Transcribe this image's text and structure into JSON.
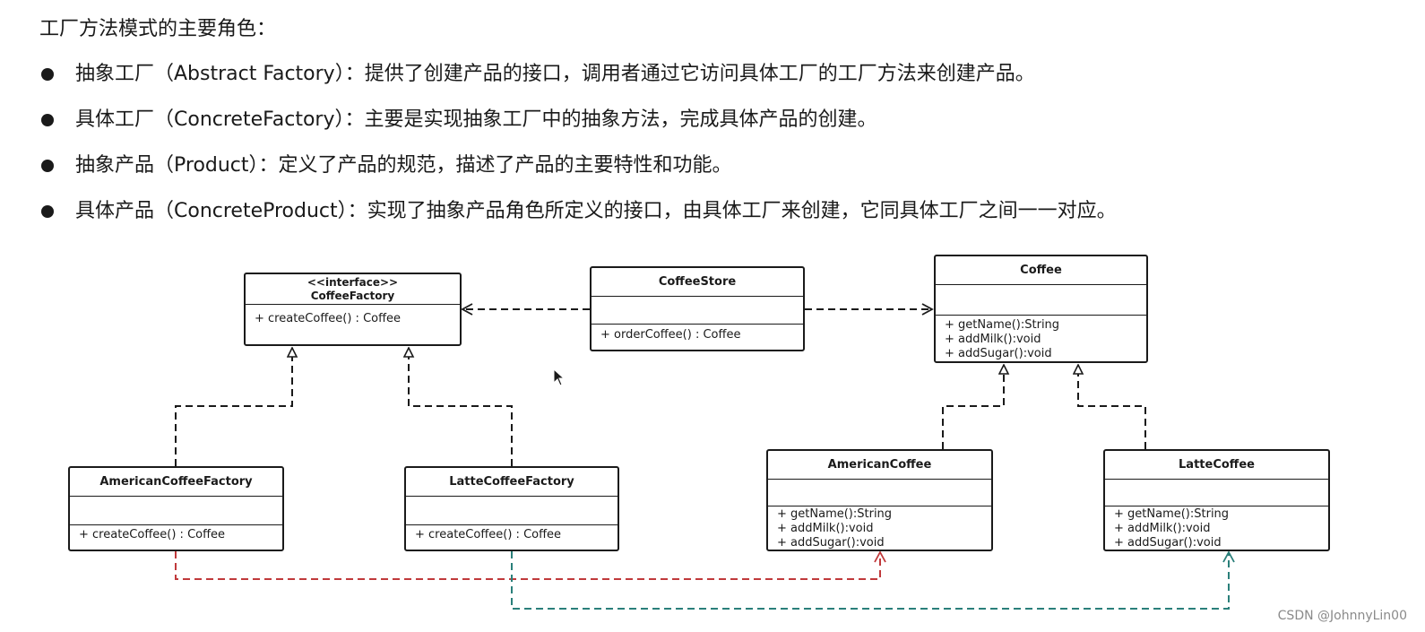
{
  "heading": "工厂方法模式的主要角色：",
  "bullets": [
    "抽象工厂（Abstract Factory）：提供了创建产品的接口，调用者通过它访问具体工厂的工厂方法来创建产品。",
    "具体工厂（ConcreteFactory）：主要是实现抽象工厂中的抽象方法，完成具体产品的创建。",
    "抽象产品（Product）：定义了产品的规范，描述了产品的主要特性和功能。",
    "具体产品（ConcreteProduct）：实现了抽象产品角色所定义的接口，由具体工厂来创建，它同具体工厂之间一一对应。"
  ],
  "classes": {
    "coffee_factory": {
      "stereotype": "<<interface>>",
      "name": "CoffeeFactory",
      "methods": [
        "+ createCoffee() : Coffee"
      ]
    },
    "coffee_store": {
      "name": "CoffeeStore",
      "methods": [
        "+ orderCoffee() : Coffee"
      ]
    },
    "coffee": {
      "name": "Coffee",
      "methods": [
        "+ getName():String",
        "+ addMilk():void",
        "+ addSugar():void"
      ]
    },
    "american_coffee_factory": {
      "name": "AmericanCoffeeFactory",
      "methods": [
        "+ createCoffee() : Coffee"
      ]
    },
    "latte_coffee_factory": {
      "name": "LatteCoffeeFactory",
      "methods": [
        "+ createCoffee() : Coffee"
      ]
    },
    "american_coffee": {
      "name": "AmericanCoffee",
      "methods": [
        "+ getName():String",
        "+ addMilk():void",
        "+ addSugar():void"
      ]
    },
    "latte_coffee": {
      "name": "LatteCoffee",
      "methods": [
        "+ getName():String",
        "+ addMilk():void",
        "+ addSugar():void"
      ]
    }
  },
  "colors": {
    "line": "#1a1a1a",
    "american_link": "#c0393b",
    "latte_link": "#2a7f7a"
  },
  "watermark": "CSDN @JohnnyLin00"
}
